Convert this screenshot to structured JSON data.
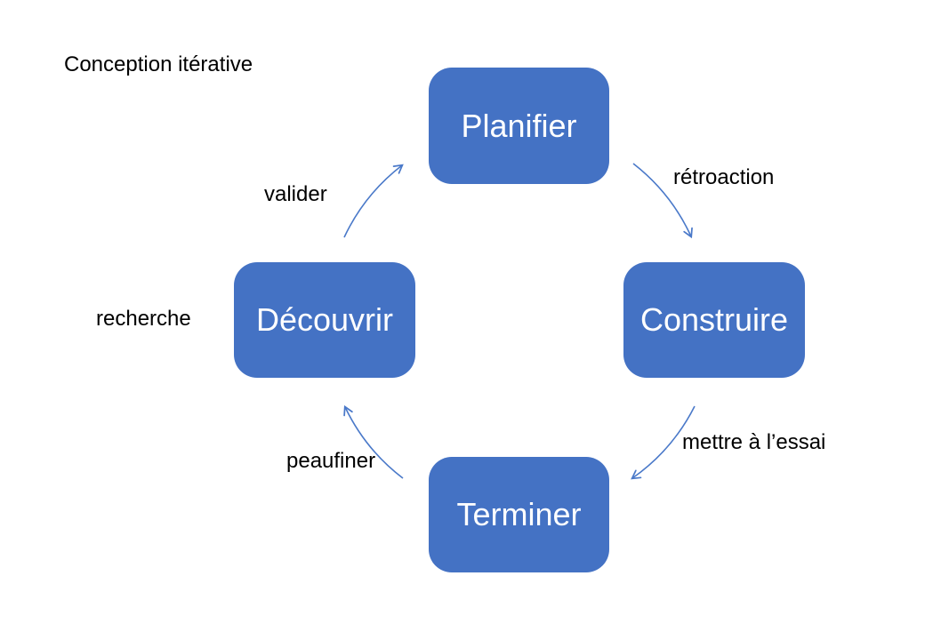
{
  "diagram": {
    "title": "Conception itérative",
    "nodes": [
      {
        "id": "planifier",
        "label": "Planifier"
      },
      {
        "id": "construire",
        "label": "Construire"
      },
      {
        "id": "terminer",
        "label": "Terminer"
      },
      {
        "id": "decouvrir",
        "label": "Découvrir"
      }
    ],
    "edges": [
      {
        "from": "planifier",
        "to": "construire",
        "label": "rétroaction"
      },
      {
        "from": "construire",
        "to": "terminer",
        "label": "mettre à l’essai"
      },
      {
        "from": "terminer",
        "to": "decouvrir",
        "label": "peaufiner"
      },
      {
        "from": "decouvrir",
        "to": "planifier",
        "label": "valider"
      }
    ],
    "annotations": [
      {
        "target": "decouvrir",
        "label": "recherche"
      }
    ],
    "colors": {
      "background": "#ffffff",
      "node-fill": "#4472c4",
      "node-text": "#ffffff",
      "arrow": "#4a79c9",
      "label-text": "#000000"
    }
  }
}
